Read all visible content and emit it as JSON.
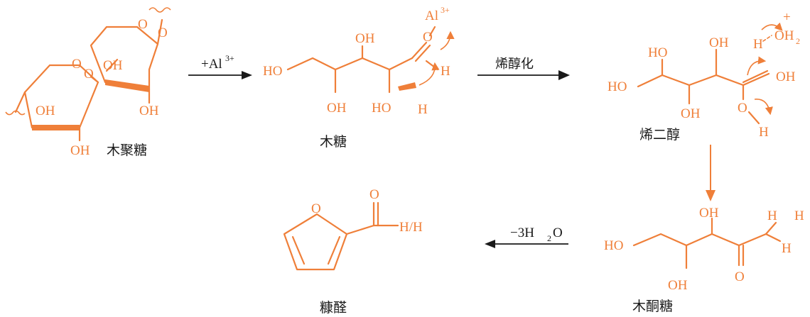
{
  "compounds": {
    "xylan": "木聚糖",
    "xylose": "木糖",
    "enediol": "烯二醇",
    "xylulose": "木酮糖",
    "furfural": "糠醛"
  },
  "conditions": {
    "al_ion_prefix": "+Al",
    "al_ion_charge": "3+",
    "enolization": "烯醇化",
    "dehydration_prefix": "−3H",
    "dehydration_sub": "2",
    "dehydration_suffix": "O"
  },
  "atoms": {
    "oh": "OH",
    "ho": "HO",
    "o": "O",
    "h": "H",
    "al": "Al",
    "al_charge": "3+",
    "plus": "+",
    "oh2_o": "OH",
    "oh2_sub": "2",
    "h_slash_h": "H/H"
  },
  "colors": {
    "structure": "#ef7f39",
    "text": "#1a1a1a",
    "background": "#ffffff"
  }
}
